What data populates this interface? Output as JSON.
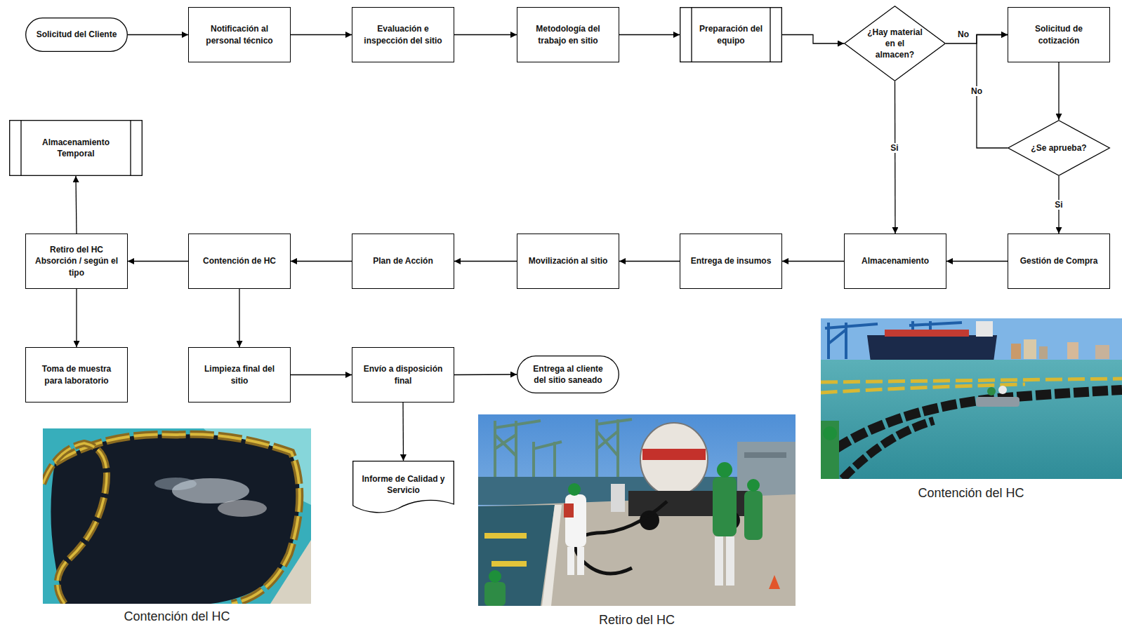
{
  "diagram": {
    "nodes": [
      {
        "text": [
          "Solicitud del Cliente"
        ]
      },
      {
        "text": [
          "Notificación al personal técnico"
        ]
      },
      {
        "text": [
          "Evaluación e inspección del sitio"
        ]
      },
      {
        "text": [
          "Metodología del trabajo en sitio"
        ]
      },
      {
        "text": [
          "Preparación del equipo"
        ]
      },
      {
        "text": [
          "¿Hay material en el almacen?"
        ]
      },
      {
        "text": [
          "Solicitud de cotización"
        ]
      },
      {
        "text": [
          "¿Se aprueba?"
        ]
      },
      {
        "text": [
          "Gestión de Compra"
        ]
      },
      {
        "text": [
          "Almacenamiento"
        ]
      },
      {
        "text": [
          "Entrega de insumos"
        ]
      },
      {
        "text": [
          "Movilización al sitio"
        ]
      },
      {
        "text": [
          "Plan de Acción"
        ]
      },
      {
        "text": [
          "Contención de HC"
        ]
      },
      {
        "text": [
          "Retiro del HC Absorción / según el tipo"
        ]
      },
      {
        "text": [
          "Almacenamiento Temporal"
        ]
      },
      {
        "text": [
          "Toma de muestra para laboratorio"
        ]
      },
      {
        "text": [
          "Limpieza final del sitio"
        ]
      },
      {
        "text": [
          "Envío a disposición final"
        ]
      },
      {
        "text": [
          "Entrega al cliente del sitio saneado"
        ]
      },
      {
        "text": [
          "Informe de Calidad y Servicio"
        ]
      }
    ],
    "edges": [
      {
        "from": 0,
        "to": 1,
        "arrow": "to"
      },
      {
        "from": 1,
        "to": 2,
        "arrow": "to"
      },
      {
        "from": 2,
        "to": 3,
        "arrow": "to"
      },
      {
        "from": 3,
        "to": 4,
        "arrow": "to"
      },
      {
        "from": 4,
        "to": 5,
        "arrow": "to"
      },
      {
        "from": 5,
        "to": 6,
        "label": "No",
        "arrow": "to"
      },
      {
        "from": 5,
        "to": 9,
        "label": "Si",
        "arrow": "to"
      },
      {
        "from": 6,
        "to": 7,
        "arrow": "to"
      },
      {
        "from": 7,
        "to": 8,
        "label": "Si",
        "arrow": "to"
      },
      {
        "from": 7,
        "to": 6,
        "label": "No",
        "arrow": "to"
      },
      {
        "from": 8,
        "to": 9,
        "arrow": "to"
      },
      {
        "from": 9,
        "to": 10,
        "arrow": "to"
      },
      {
        "from": 10,
        "to": 11,
        "arrow": "to"
      },
      {
        "from": 11,
        "to": 12,
        "arrow": "to"
      },
      {
        "from": 12,
        "to": 13,
        "arrow": "to"
      },
      {
        "from": 13,
        "to": 14,
        "arrow": "to"
      },
      {
        "from": 14,
        "to": 15,
        "arrow": "to"
      },
      {
        "from": 14,
        "to": 16,
        "arrow": "to"
      },
      {
        "from": 13,
        "to": 17,
        "arrow": "to"
      },
      {
        "from": 17,
        "to": 18,
        "arrow": "to"
      },
      {
        "from": 18,
        "to": 19,
        "arrow": "to"
      },
      {
        "from": 18,
        "to": 20,
        "arrow": "to"
      }
    ],
    "labels": [
      "Contención del HC",
      "Contención del HC",
      "Retiro del HC"
    ]
  }
}
